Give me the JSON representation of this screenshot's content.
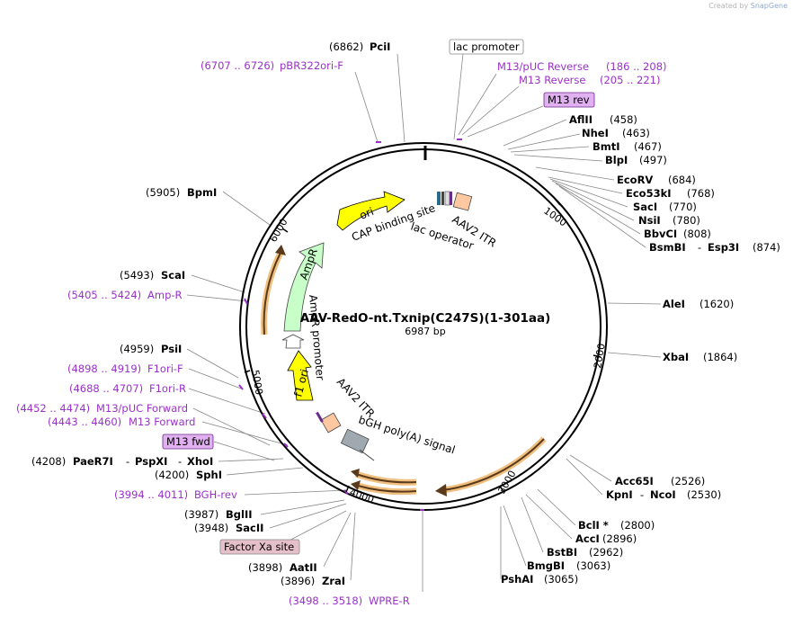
{
  "credit": {
    "prefix": "Created by",
    "brand": "SnapGene"
  },
  "plasmid": {
    "name": "AAV-RedO-nt.Txnip(C247S)(1-301aa)",
    "size": "6987 bp"
  },
  "ticks": [
    "1000",
    "2000",
    "3000",
    "4000",
    "5000",
    "6000"
  ],
  "features": {
    "ori": "ori",
    "ampr": "AmpR",
    "ampr_promoter": "AmpR promoter",
    "f1_ori": "f1 ori",
    "cap_site": "CAP binding site",
    "lac_operator": "lac operator",
    "itr_top": "AAV2 ITR",
    "itr_bottom": "AAV2 ITR",
    "bgh": "bGH poly(A) signal"
  },
  "boxed": {
    "lac_promoter": "lac promoter",
    "m13_rev": "M13 rev",
    "m13_fwd": "M13 fwd",
    "factor_xa": "Factor Xa site"
  },
  "primers": {
    "pbr322": {
      "range": "(6707 .. 6726)",
      "name": "pBR322ori-F"
    },
    "m13puc_rev": {
      "name": "M13/pUC Reverse",
      "range": "(186 .. 208)"
    },
    "m13_rev": {
      "name": "M13 Reverse",
      "range": "(205 .. 221)"
    },
    "ampr": {
      "range": "(5405 .. 5424)",
      "name": "Amp-R"
    },
    "f1ori_f": {
      "range": "(4898 .. 4919)",
      "name": "F1ori-F"
    },
    "f1ori_r": {
      "range": "(4688 .. 4707)",
      "name": "F1ori-R"
    },
    "m13puc_fwd": {
      "range": "(4452 .. 4474)",
      "name": "M13/pUC Forward"
    },
    "m13_fwd": {
      "range": "(4443 .. 4460)",
      "name": "M13 Forward"
    },
    "bgh_rev": {
      "range": "(3994 .. 4011)",
      "name": "BGH-rev"
    },
    "wpre_r": {
      "range": "(3498 .. 3518)",
      "name": "WPRE-R"
    }
  },
  "sites": {
    "pcii": {
      "name": "PciI",
      "pos": "(6862)"
    },
    "bpmi": {
      "name": "BpmI",
      "pos": "(5905)"
    },
    "scai": {
      "name": "ScaI",
      "pos": "(5493)"
    },
    "psii": {
      "name": "PsiI",
      "pos": "(4959)"
    },
    "paer7i": {
      "name": "PaeR7I",
      "sep1": "-",
      "name2": "PspXI",
      "sep2": "-",
      "name3": "XhoI",
      "pos": "(4208)"
    },
    "sphi": {
      "name": "SphI",
      "pos": "(4200)"
    },
    "bglii": {
      "name": "BglII",
      "pos": "(3987)"
    },
    "sacii": {
      "name": "SacII",
      "pos": "(3948)"
    },
    "aatii": {
      "name": "AatII",
      "pos": "(3898)"
    },
    "zrai": {
      "name": "ZraI",
      "pos": "(3896)"
    },
    "aflii": {
      "name": "AflII",
      "pos": "(458)"
    },
    "nhei": {
      "name": "NheI",
      "pos": "(463)"
    },
    "bmti": {
      "name": "BmtI",
      "pos": "(467)"
    },
    "blpi": {
      "name": "BlpI",
      "pos": "(497)"
    },
    "ecorv": {
      "name": "EcoRV",
      "pos": "(684)"
    },
    "eco53ki": {
      "name": "Eco53kI",
      "pos": "(768)"
    },
    "saci": {
      "name": "SacI",
      "pos": "(770)"
    },
    "nsii": {
      "name": "NsiI",
      "pos": "(780)"
    },
    "bbvci": {
      "name": "BbvCI",
      "pos": "(808)"
    },
    "bsmbi": {
      "name": "BsmBI",
      "sep": "-",
      "name2": "Esp3I",
      "pos": "(874)"
    },
    "alei": {
      "name": "AleI",
      "pos": "(1620)"
    },
    "xbai": {
      "name": "XbaI",
      "pos": "(1864)"
    },
    "acc65i": {
      "name": "Acc65I",
      "pos": "(2526)"
    },
    "kpni": {
      "name": "KpnI",
      "sep": "-",
      "name2": "NcoI",
      "pos": "(2530)"
    },
    "bcli": {
      "name": "BclI *",
      "pos": "(2800)"
    },
    "acci": {
      "name": "AccI",
      "pos": "(2896)"
    },
    "bstbi": {
      "name": "BstBI",
      "pos": "(2962)"
    },
    "bmgbi": {
      "name": "BmgBI",
      "pos": "(3063)"
    },
    "pshai": {
      "name": "PshAI",
      "pos": "(3065)"
    }
  }
}
